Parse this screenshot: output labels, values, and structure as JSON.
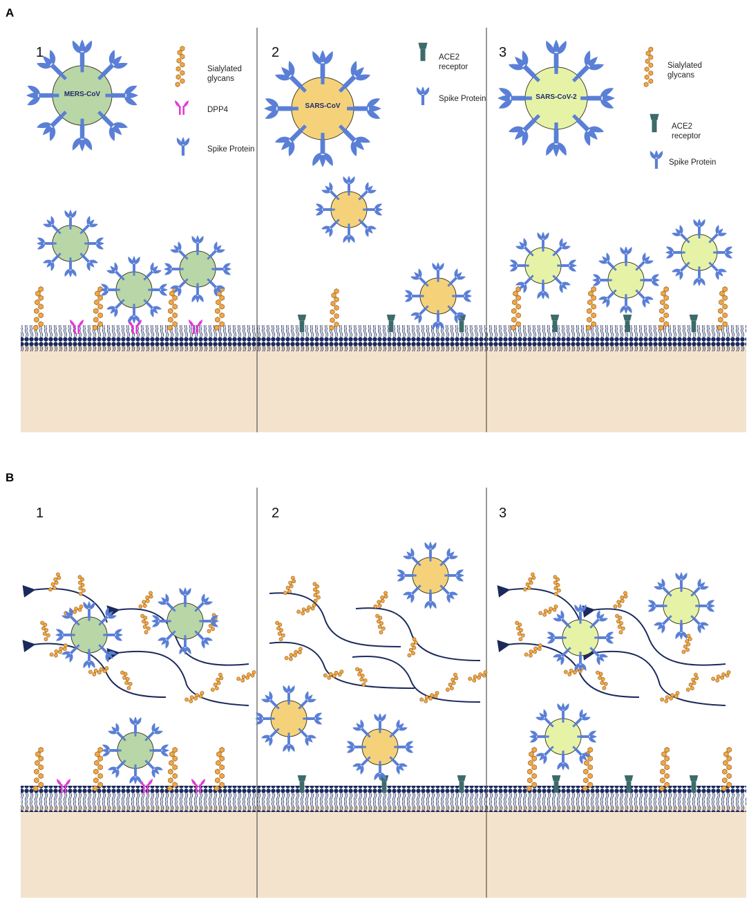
{
  "panels": [
    {
      "label": "A",
      "sections": [
        {
          "number": "1",
          "virus_name": "MERS-CoV",
          "legend": [
            "Sialylated glycans",
            "DPP4",
            "Spike Protein"
          ]
        },
        {
          "number": "2",
          "virus_name": "SARS-CoV",
          "legend": [
            "ACE2 receptor",
            "Spike Protein"
          ]
        },
        {
          "number": "3",
          "virus_name": "SARS-CoV-2",
          "legend": [
            "Sialylated glycans",
            "ACE2 receptor",
            "Spike Protein"
          ]
        }
      ]
    },
    {
      "label": "B",
      "sections": [
        {
          "number": "1"
        },
        {
          "number": "2"
        },
        {
          "number": "3"
        }
      ]
    }
  ],
  "colors": {
    "mers_virion": "#b9d6a6",
    "sars_virion": "#f5d27a",
    "sars2_virion": "#e6f3a6",
    "spike": "#5a7fd6",
    "glycan": "#f0a848",
    "dpp4": "#e23bd6",
    "ace2": "#3d6b6b",
    "membrane_dots": "#1b2a5c",
    "cytoplasm": "#f4e3cc",
    "divider": "#555555"
  },
  "icons": [
    "virion-icon",
    "spike-protein-icon",
    "sialylated-glycan-icon",
    "dpp4-receptor-icon",
    "ace2-receptor-icon",
    "mucin-strand",
    "flow-arrow-icon"
  ]
}
